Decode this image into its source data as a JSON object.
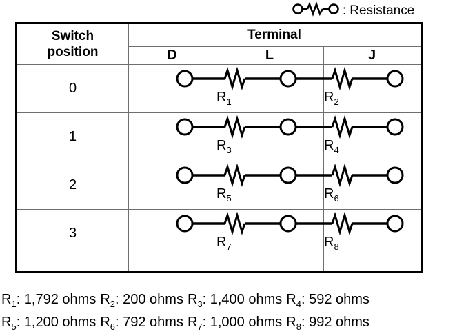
{
  "legend": {
    "symbol_icon": "resistor-symbol",
    "separator": ":",
    "label": "Resistance"
  },
  "table": {
    "headers": {
      "switch_position": "Switch\nposition",
      "switch_position_line1": "Switch",
      "switch_position_line2": "position",
      "terminal": "Terminal",
      "terminals": [
        "D",
        "L",
        "J"
      ]
    },
    "rows": [
      {
        "switch_position": "0",
        "resistor_left": "R",
        "resistor_left_sub": "1",
        "resistor_right": "R",
        "resistor_right_sub": "2"
      },
      {
        "switch_position": "1",
        "resistor_left": "R",
        "resistor_left_sub": "3",
        "resistor_right": "R",
        "resistor_right_sub": "4"
      },
      {
        "switch_position": "2",
        "resistor_left": "R",
        "resistor_left_sub": "5",
        "resistor_right": "R",
        "resistor_right_sub": "6"
      },
      {
        "switch_position": "3",
        "resistor_left": "R",
        "resistor_left_sub": "7",
        "resistor_right": "R",
        "resistor_right_sub": "8"
      }
    ]
  },
  "values": {
    "line1": [
      {
        "symbol": "R",
        "sub": "1",
        "text": ": 1,792 ohms"
      },
      {
        "symbol": "R",
        "sub": "2",
        "text": ": 200 ohms"
      },
      {
        "symbol": "R",
        "sub": "3",
        "text": ": 1,400 ohms"
      },
      {
        "symbol": "R",
        "sub": "4",
        "text": ": 592 ohms"
      }
    ],
    "line2": [
      {
        "symbol": "R",
        "sub": "5",
        "text": ": 1,200 ohms"
      },
      {
        "symbol": "R",
        "sub": "6",
        "text": ": 792 ohms"
      },
      {
        "symbol": "R",
        "sub": "7",
        "text": ": 1,000 ohms"
      },
      {
        "symbol": "R",
        "sub": "8",
        "text": ": 992 ohms"
      }
    ]
  },
  "colors": {
    "ink": "#000000",
    "grid_line": "#6e6e6e",
    "background": "#ffffff"
  }
}
